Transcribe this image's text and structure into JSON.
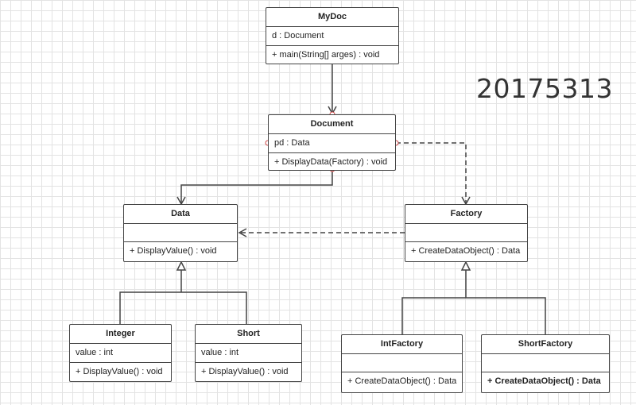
{
  "watermark_text": "20175313",
  "classes": {
    "mydoc": {
      "name": "MyDoc",
      "attribute": "d : Document",
      "operation": "+ main(String[] arges) : void"
    },
    "document": {
      "name": "Document",
      "attribute": "pd : Data",
      "operation": "+ DisplayData(Factory) : void"
    },
    "data": {
      "name": "Data",
      "attribute": "",
      "operation": "+ DisplayValue() : void"
    },
    "factory": {
      "name": "Factory",
      "attribute": "",
      "operation": "+ CreateDataObject() : Data"
    },
    "integer": {
      "name": "Integer",
      "attribute": "value : int",
      "operation": "+ DisplayValue() : void"
    },
    "short": {
      "name": "Short",
      "attribute": "value : int",
      "operation": "+ DisplayValue() : void"
    },
    "intfactory": {
      "name": "IntFactory",
      "attribute": "",
      "operation": "+ CreateDataObject() : Data"
    },
    "shortfactory": {
      "name": "ShortFactory",
      "attribute": "",
      "operation": "+ CreateDataObject() : Data"
    }
  },
  "colors": {
    "line": "#444444",
    "grid": "#e3e3e3",
    "background": "#ffffff"
  }
}
